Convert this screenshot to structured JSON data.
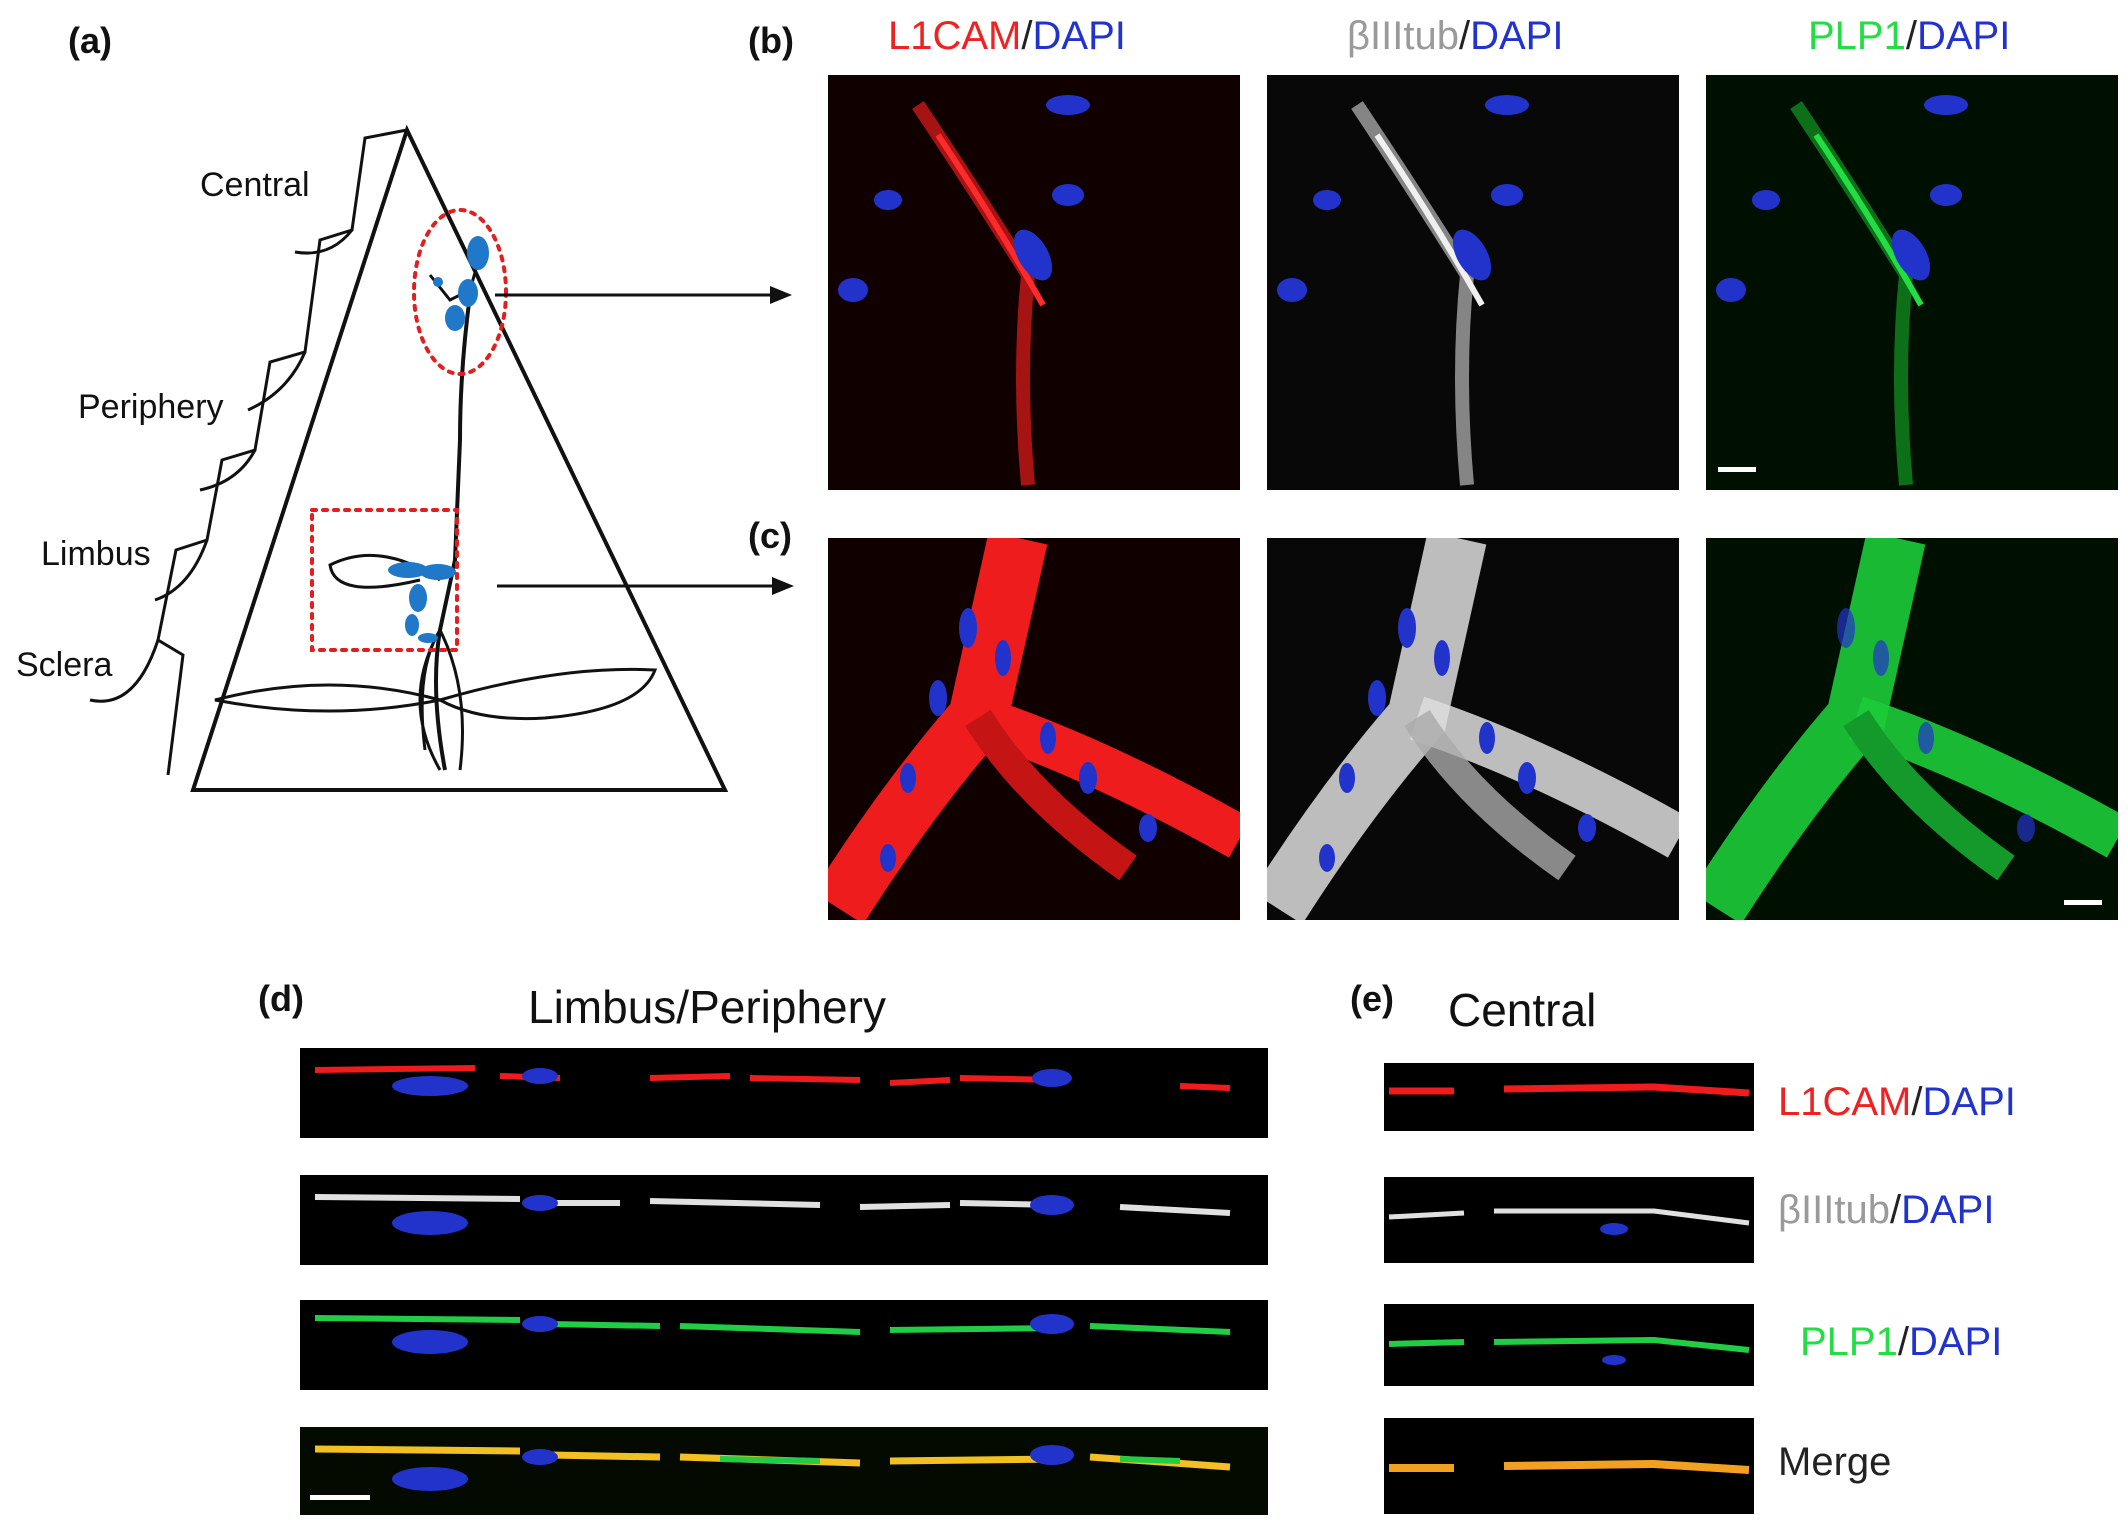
{
  "panel_letters": {
    "a": "(a)",
    "b": "(b)",
    "c": "(c)",
    "d": "(d)",
    "e": "(e)"
  },
  "diagram": {
    "regions": [
      "Central",
      "Periphery",
      "Limbus",
      "Sclera"
    ],
    "cell_color": "#1f78c8",
    "highlight_color": "#e02020"
  },
  "channels": {
    "l1cam": "L1CAM",
    "biiitub": "βIIItub",
    "plp1": "PLP1",
    "dapi": "DAPI",
    "slash": "/",
    "merge": "Merge"
  },
  "sections": {
    "d": "Limbus/Periphery",
    "e": "Central"
  },
  "colors": {
    "red": "#ee2222",
    "white": "#e8e8e8",
    "green": "#22dd44",
    "blue": "#2233cc",
    "merge": "#f2a020"
  }
}
